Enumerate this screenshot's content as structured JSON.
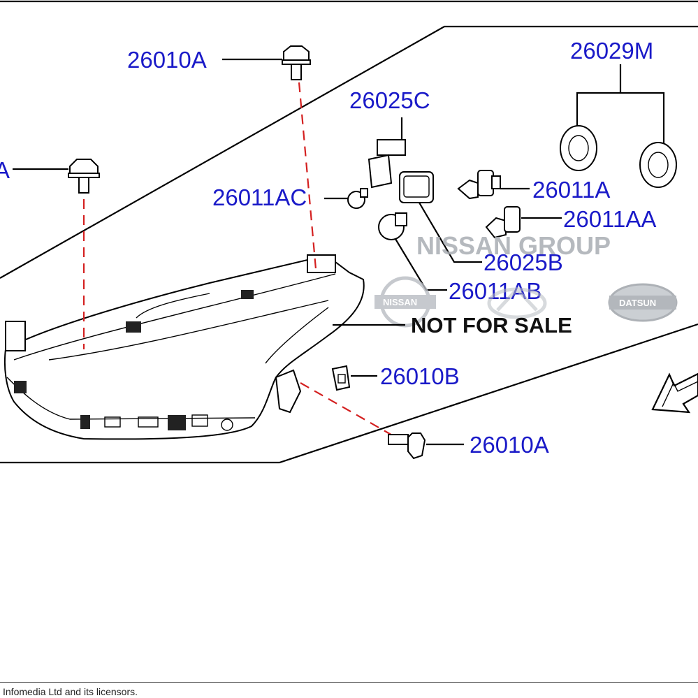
{
  "diagram": {
    "labels": {
      "screw_top": "26010A",
      "screw_left": "A",
      "bulb_socket": "26025C",
      "small_bulb": "26011AC",
      "seals": "26029M",
      "bulb_a": "26011A",
      "bulb_aa": "26011AA",
      "socket_b": "26025B",
      "bulb_ab": "26011AB",
      "clip": "26010B",
      "screw_bottom": "26010A"
    },
    "watermark": {
      "group_text": "NISSAN GROUP",
      "nissan_badge": "NISSAN",
      "datsun_badge": "DATSUN",
      "not_for_sale": "NOT FOR SALE"
    },
    "footer": {
      "copyright": "Infomedia Ltd and its licensors."
    },
    "colors": {
      "label": "#1a1ac8",
      "guide_line": "#d42020",
      "watermark": "#a9adb3"
    }
  }
}
